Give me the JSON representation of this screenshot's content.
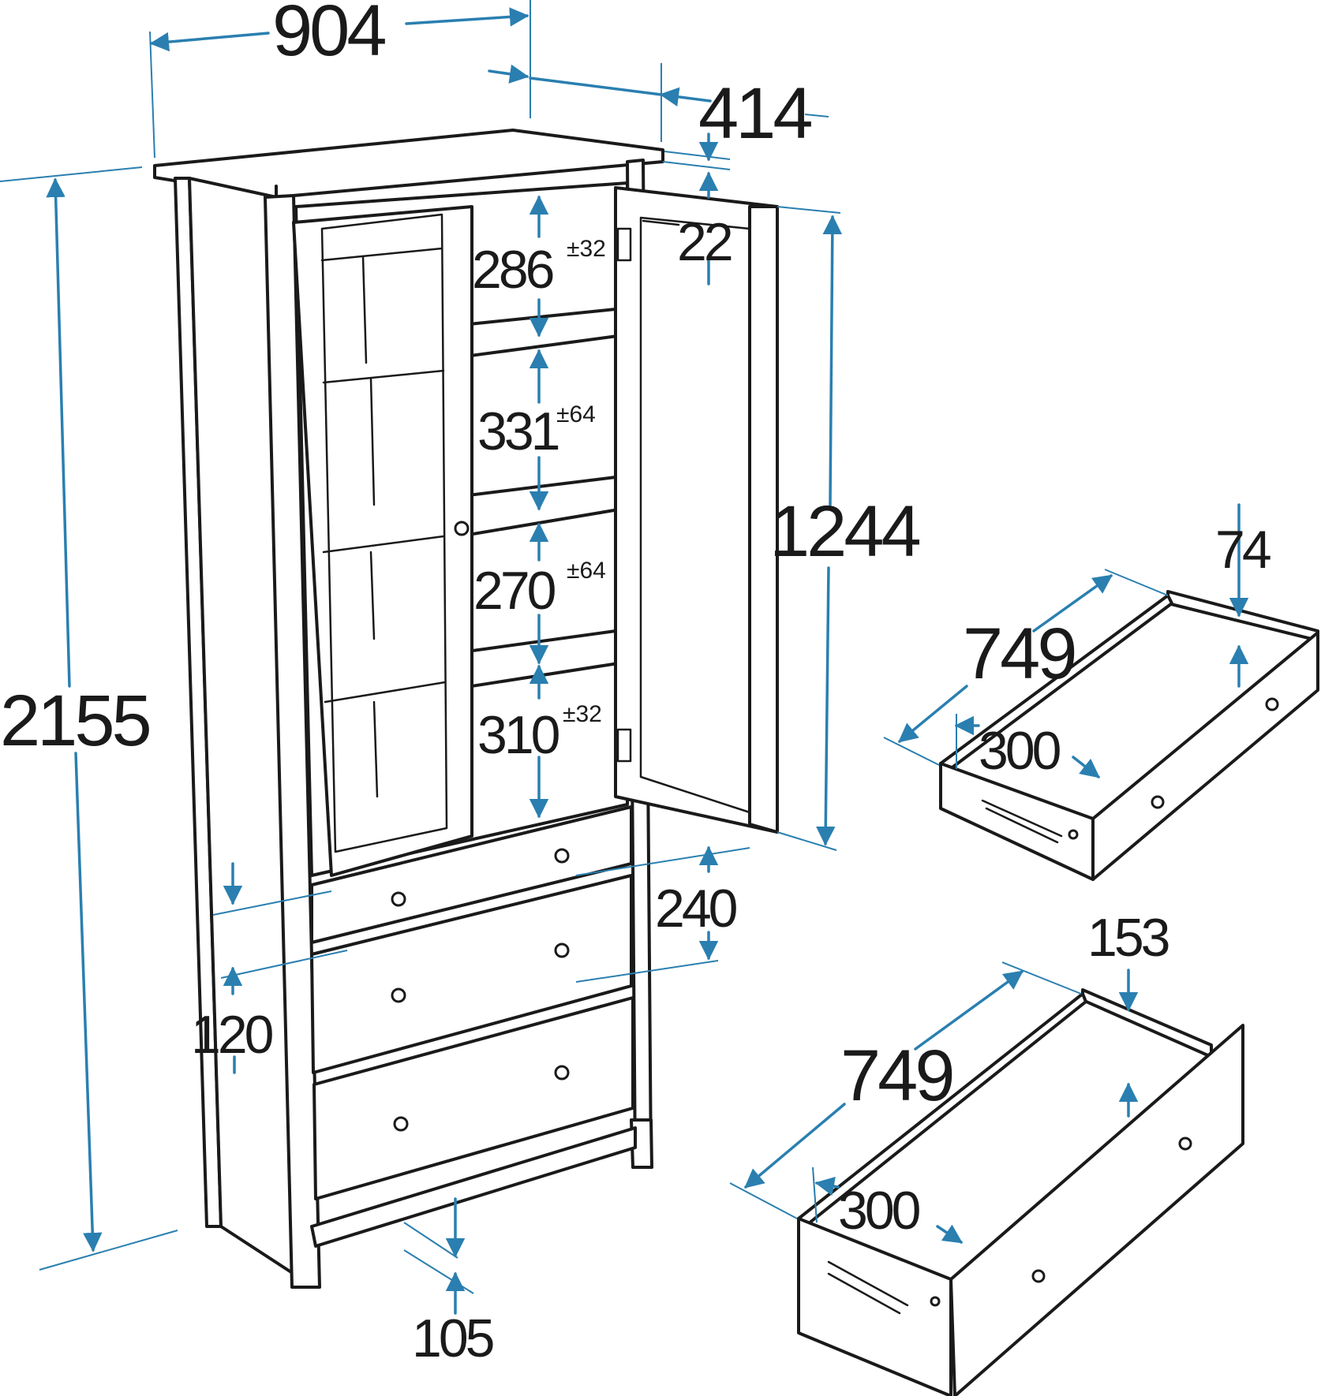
{
  "colors": {
    "line": "#1a1a1a",
    "dimension": "#2a7fb0",
    "background": "#ffffff"
  },
  "cabinet": {
    "width": "904",
    "depth": "414",
    "height": "2155",
    "panel_thickness": "22",
    "door_height": "1244",
    "shelf_gap_1": "286",
    "shelf_gap_1_tol": "±32",
    "shelf_gap_2": "331",
    "shelf_gap_2_tol": "±64",
    "shelf_gap_3": "270",
    "shelf_gap_3_tol": "±64",
    "shelf_gap_4": "310",
    "shelf_gap_4_tol": "±32",
    "small_drawer_front": "120",
    "large_drawer_front": "240",
    "leg_height": "105"
  },
  "small_drawer": {
    "length": "749",
    "width": "300",
    "height": "74"
  },
  "large_drawer": {
    "length": "749",
    "width": "300",
    "height": "153"
  }
}
